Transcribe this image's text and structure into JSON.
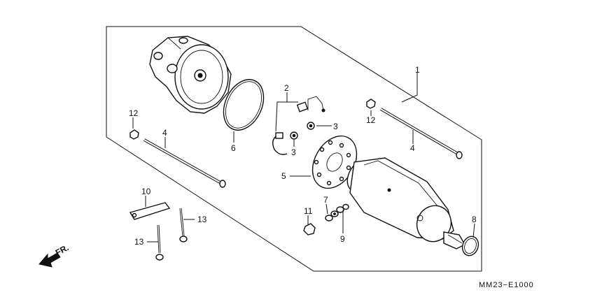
{
  "diagram": {
    "code": "MM23−E1000",
    "direction_label": "FR.",
    "callouts": [
      {
        "id": "1",
        "text": "1"
      },
      {
        "id": "2",
        "text": "2"
      },
      {
        "id": "3a",
        "text": "3"
      },
      {
        "id": "3b",
        "text": "3"
      },
      {
        "id": "4a",
        "text": "4"
      },
      {
        "id": "4b",
        "text": "4"
      },
      {
        "id": "5",
        "text": "5"
      },
      {
        "id": "6",
        "text": "6"
      },
      {
        "id": "7",
        "text": "7"
      },
      {
        "id": "8",
        "text": "8"
      },
      {
        "id": "9",
        "text": "9"
      },
      {
        "id": "10",
        "text": "10"
      },
      {
        "id": "11",
        "text": "11"
      },
      {
        "id": "12a",
        "text": "12"
      },
      {
        "id": "12b",
        "text": "12"
      },
      {
        "id": "13a",
        "text": "13"
      },
      {
        "id": "13b",
        "text": "13"
      }
    ]
  }
}
